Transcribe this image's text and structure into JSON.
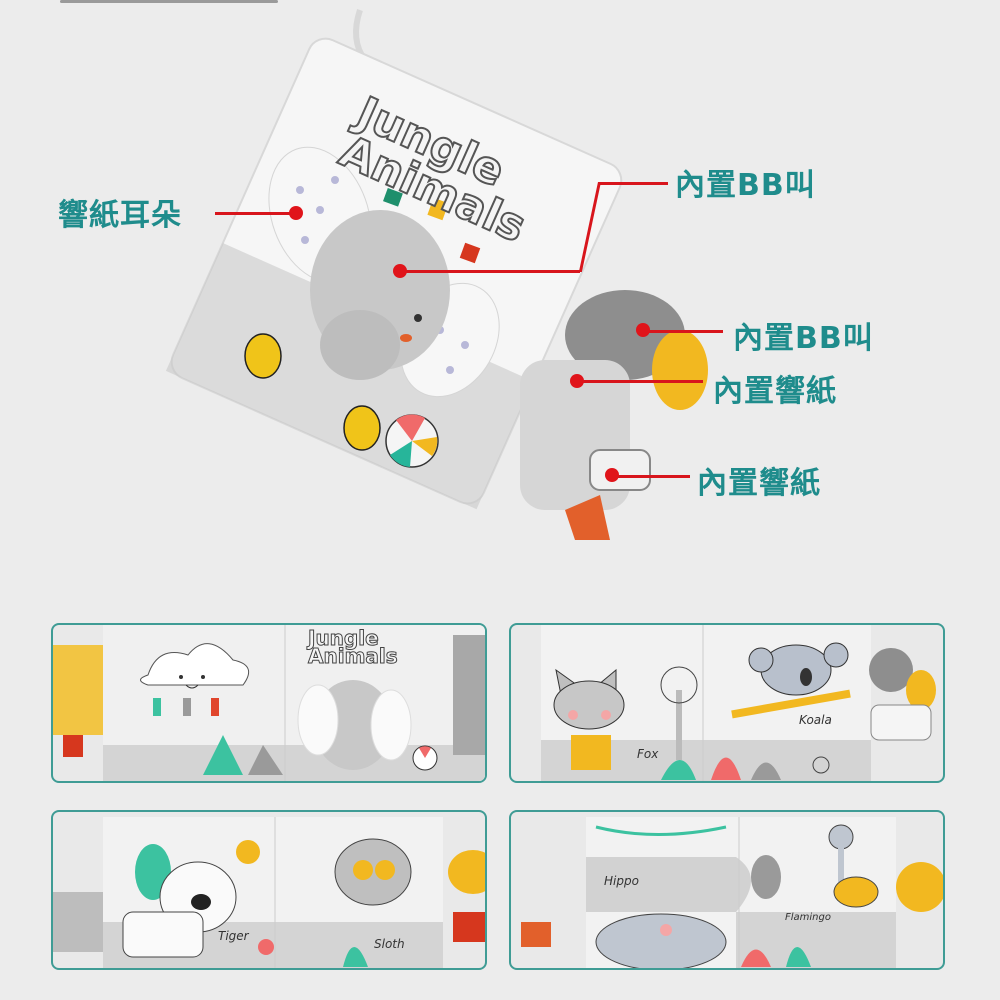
{
  "hero": {
    "book_title_line1": "Jungle",
    "book_title_line2": "Animals",
    "callouts": [
      {
        "id": "ears",
        "label": "響紙耳朵"
      },
      {
        "id": "head",
        "label": "內置BB叫"
      },
      {
        "id": "tail",
        "label": "內置BB叫"
      },
      {
        "id": "body",
        "label": "內置響紙"
      },
      {
        "id": "leg",
        "label": "內置響紙"
      }
    ]
  },
  "thumbnails": [
    {
      "title_line1": "Jungle",
      "title_line2": "Animals",
      "labels": []
    },
    {
      "labels": [
        "Fox",
        "Koala"
      ]
    },
    {
      "labels": [
        "Tiger",
        "Sloth"
      ]
    },
    {
      "labels": [
        "Hippo",
        "Flamingo"
      ]
    }
  ],
  "colors": {
    "callout_text": "#1f8c8c",
    "leader_line": "#d8151c",
    "thumb_border": "#3f9c95",
    "background": "#ececec"
  }
}
